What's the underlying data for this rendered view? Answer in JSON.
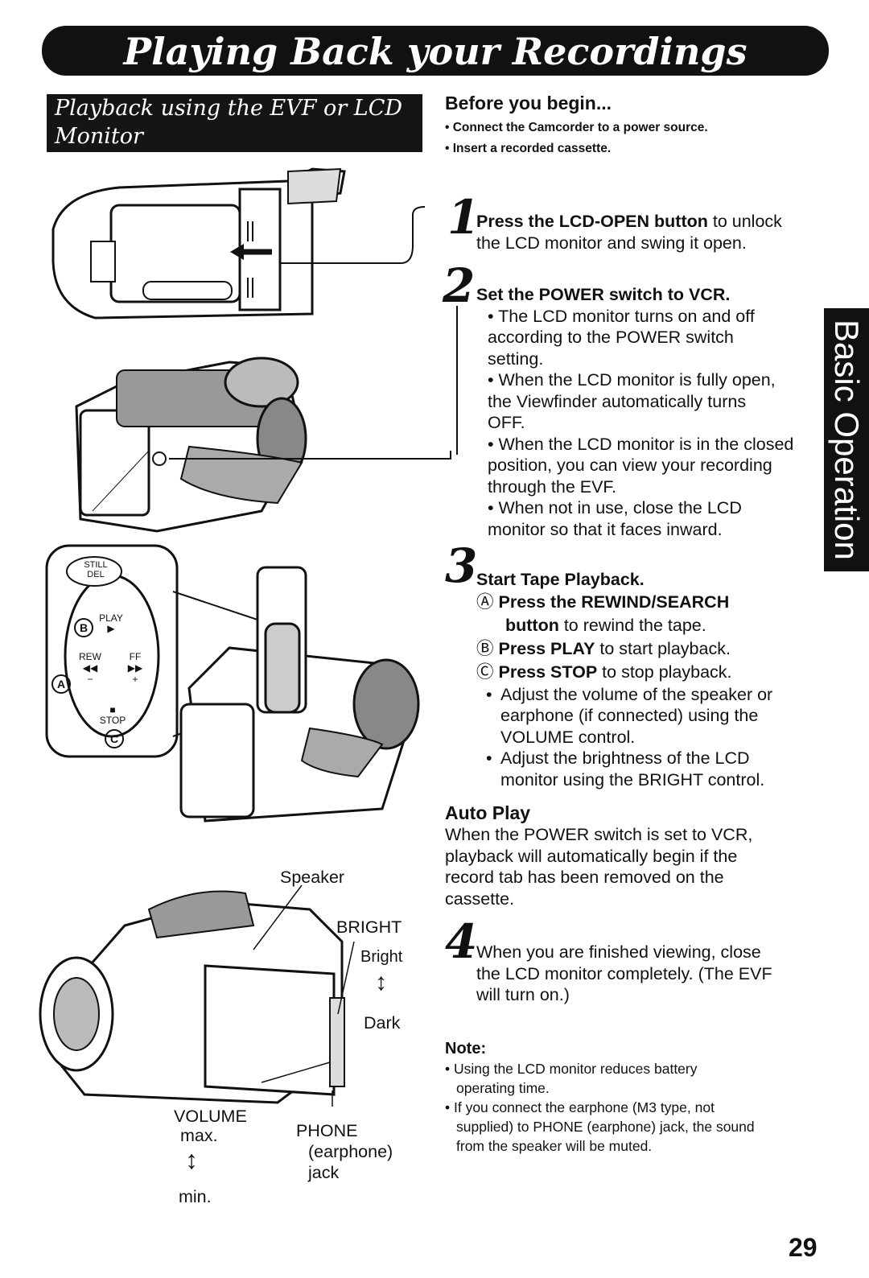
{
  "header": {
    "title": "Playing Back your Recordings"
  },
  "section": {
    "title": "Playback using the EVF or LCD Monitor"
  },
  "before": {
    "heading": "Before you begin...",
    "items": [
      "• Connect the Camcorder to a power source.",
      "• Insert a recorded cassette."
    ]
  },
  "steps": {
    "s1": {
      "num": "1",
      "bold": "Press the LCD-OPEN button",
      "rest_line1": " to unlock",
      "line2": "the LCD monitor and swing it open."
    },
    "s2": {
      "num": "2",
      "title": "Set the POWER switch to VCR.",
      "bullets": [
        [
          "• The LCD monitor turns on and off",
          "according to the POWER switch",
          "setting."
        ],
        [
          "• When the LCD monitor is fully open,",
          "the Viewfinder automatically turns",
          "OFF."
        ],
        [
          "• When the LCD monitor is in the closed",
          "position, you can view your recording",
          "through the EVF."
        ],
        [
          "• When not in use, close the LCD",
          "monitor so that it faces inward."
        ]
      ]
    },
    "s3": {
      "num": "3",
      "title": "Start Tape Playback.",
      "a_mark": "Ⓐ",
      "a_bold": "Press the REWIND/SEARCH",
      "a_line2_bold": "button",
      "a_line2_rest": " to rewind the tape.",
      "b_mark": "Ⓑ",
      "b_bold": "Press PLAY",
      "b_rest": " to start playback.",
      "c_mark": "Ⓒ",
      "c_bold": "Press STOP",
      "c_rest": " to stop playback.",
      "bullets": [
        [
          "•",
          "Adjust the volume of the speaker or",
          "earphone (if connected) using the",
          "VOLUME control."
        ],
        [
          "•",
          "Adjust the brightness of the LCD",
          "monitor using the BRIGHT control."
        ]
      ]
    },
    "s4": {
      "num": "4",
      "lines": [
        "When you are finished viewing, close",
        "the LCD monitor completely. (The EVF",
        "will turn on.)"
      ]
    }
  },
  "autoplay": {
    "heading": "Auto Play",
    "lines": [
      "When the POWER switch is set to VCR,",
      "playback will automatically begin if the",
      "record tab has been removed on the",
      "cassette."
    ]
  },
  "note": {
    "heading": "Note:",
    "items": [
      [
        "• Using the LCD monitor reduces battery",
        "operating time."
      ],
      [
        "• If you connect the earphone (M3 type, not",
        "supplied) to PHONE (earphone) jack, the sound",
        "from the speaker will be muted."
      ]
    ]
  },
  "side_tab": "Basic Operation",
  "page_number": "29",
  "labels": {
    "speaker": "Speaker",
    "bright": "BRIGHT",
    "bright_hi": "Bright",
    "bright_lo": "Dark",
    "volume": "VOLUME",
    "vol_max": "max.",
    "vol_min": "min.",
    "phone": "PHONE",
    "phone_sub": "(earphone)",
    "phone_jack": "jack"
  },
  "controls": {
    "still": "STILL",
    "del": "DEL",
    "play": "PLAY",
    "rew": "REW",
    "ff": "FF",
    "stop": "STOP",
    "minus": "−",
    "plus": "+",
    "mark_a": "A",
    "mark_b": "B",
    "mark_c": "C"
  }
}
